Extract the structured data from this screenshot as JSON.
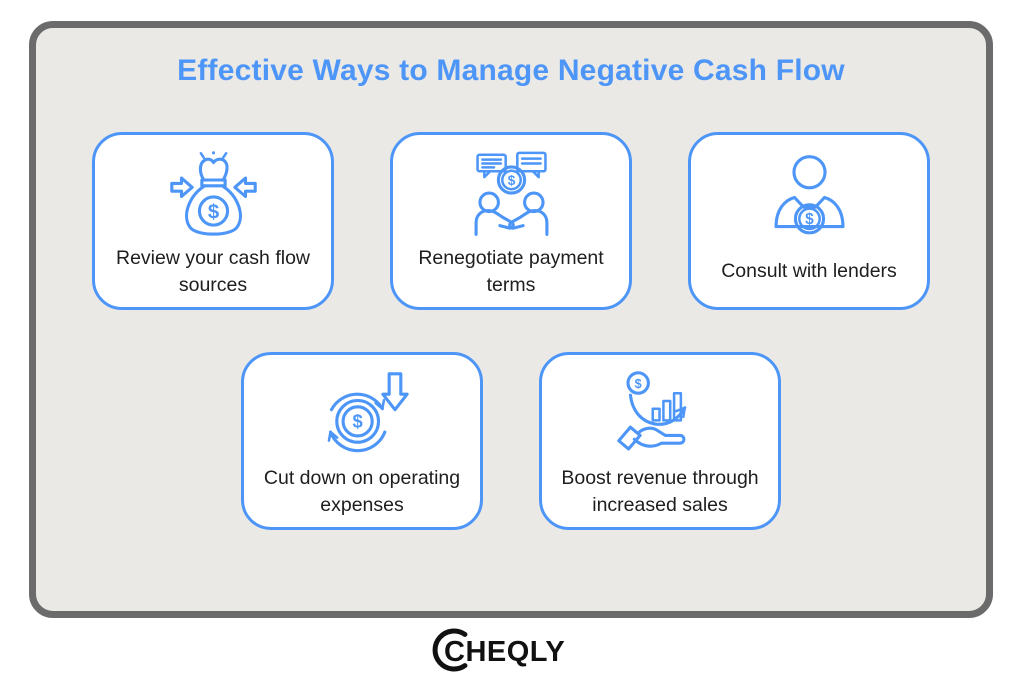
{
  "title": "Effective Ways to Manage Negative Cash Flow",
  "dollar_sign": "$",
  "colors": {
    "accent": "#4d96f8",
    "board_bg": "#ebe9e6",
    "board_border": "#6b6b6b",
    "card_bg": "#ffffff",
    "text": "#1e1e1e",
    "logo": "#111111"
  },
  "cards": [
    {
      "label": "Review your cash flow sources",
      "icon": "money-bag-with-inward-arrows"
    },
    {
      "label": "Renegotiate payment terms",
      "icon": "two-people-speech-bubbles-dollar"
    },
    {
      "label": "Consult with lenders",
      "icon": "person-with-dollar-coin"
    },
    {
      "label": "Cut down on operating expenses",
      "icon": "dollar-cycle-with-down-arrow"
    },
    {
      "label": "Boost revenue through increased sales",
      "icon": "hand-with-rising-chart-dollar"
    }
  ],
  "logo": {
    "text": "CHEQLY"
  }
}
